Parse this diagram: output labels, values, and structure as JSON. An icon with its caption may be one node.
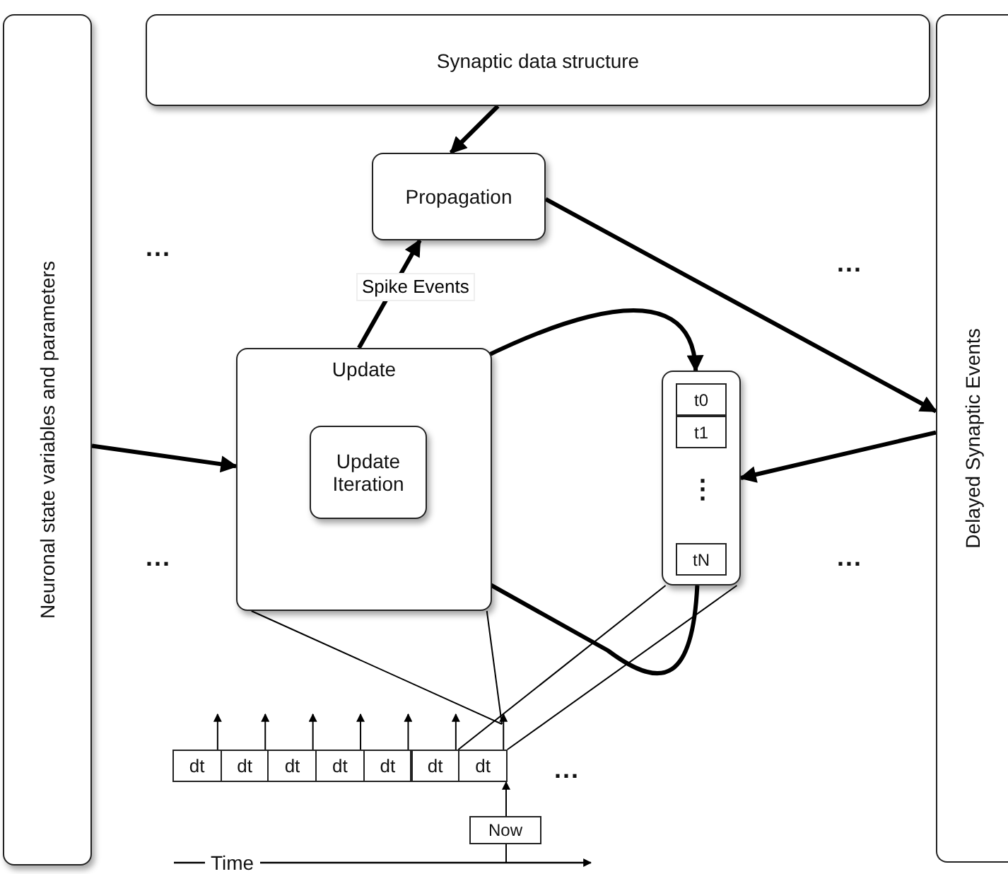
{
  "diagram": {
    "nodes": [
      {
        "text": [
          "Synaptic data structure"
        ]
      },
      {
        "text": [
          "Neuronal state variables and parameters"
        ]
      },
      {
        "text": [
          "Delayed Synaptic Events"
        ]
      },
      {
        "text": [
          "Propagation"
        ]
      },
      {
        "text": [
          "Update"
        ]
      },
      {
        "text": [
          "Update Iteration"
        ],
        "in": 4
      },
      {
        "text": [],
        "shape": "box"
      },
      {
        "text": [
          "t0"
        ],
        "in": 6
      },
      {
        "text": [
          "t1"
        ],
        "in": 6
      },
      {
        "text": [
          "tN"
        ],
        "in": 6
      },
      {
        "text": [
          "dt"
        ]
      },
      {
        "text": [
          "dt"
        ]
      },
      {
        "text": [
          "dt"
        ]
      },
      {
        "text": [
          "dt"
        ]
      },
      {
        "text": [
          "dt"
        ]
      },
      {
        "text": [
          "dt"
        ]
      },
      {
        "text": [
          "dt"
        ]
      },
      {
        "text": [
          "Now"
        ]
      }
    ],
    "edges": [
      {
        "from": 0,
        "to": 3,
        "arrow": "to",
        "style": "thick"
      },
      {
        "from": 4,
        "to": 3,
        "arrow": "to",
        "label": "Spike Events",
        "style": "thick"
      },
      {
        "from": 3,
        "to": 2,
        "arrow": "to",
        "style": "thick"
      },
      {
        "from": 1,
        "to": 4,
        "arrow": "to",
        "style": "thick"
      },
      {
        "from": 2,
        "to": 6,
        "arrow": "to",
        "style": "thick"
      },
      {
        "from": 5,
        "to": 6,
        "arrow": "to",
        "style": "thick"
      },
      {
        "from": 6,
        "to": 5,
        "arrow": "to",
        "style": "thick"
      },
      {
        "from": 4,
        "to": null,
        "arrow": "none"
      },
      {
        "from": 4,
        "to": null,
        "arrow": "none"
      },
      {
        "from": 6,
        "to": 16,
        "arrow": "none"
      },
      {
        "from": 6,
        "to": 16,
        "arrow": "none"
      },
      {
        "from": 17,
        "to": 16,
        "arrow": "to"
      },
      {
        "from": 10,
        "to": null,
        "arrow": "to"
      },
      {
        "from": 11,
        "to": null,
        "arrow": "to"
      },
      {
        "from": 12,
        "to": null,
        "arrow": "to"
      },
      {
        "from": 13,
        "to": null,
        "arrow": "to"
      },
      {
        "from": 14,
        "to": null,
        "arrow": "to"
      },
      {
        "from": 15,
        "to": null,
        "arrow": "to"
      },
      {
        "from": 16,
        "to": null,
        "arrow": "to"
      }
    ],
    "labels": [
      "...",
      "...",
      "⋮",
      "...",
      "...",
      "...",
      "Time"
    ]
  }
}
